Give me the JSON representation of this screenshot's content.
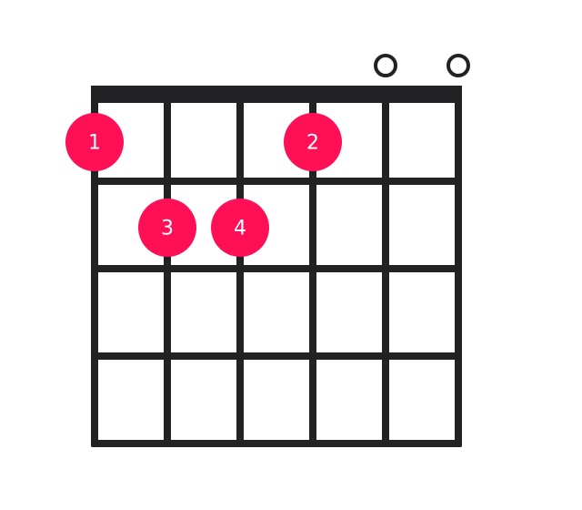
{
  "diagram": {
    "type": "guitar-chord-chart",
    "colors": {
      "grid": "#222224",
      "finger_dot": "#ff0f55",
      "finger_text": "#ffffff",
      "open_marker": "#222224",
      "background": "#ffffff"
    },
    "strings": 6,
    "frets": 4,
    "open_strings": [
      5,
      6
    ],
    "fingers": [
      {
        "label": "1",
        "string": 1,
        "fret": 1
      },
      {
        "label": "2",
        "string": 4,
        "fret": 1
      },
      {
        "label": "3",
        "string": 2,
        "fret": 2
      },
      {
        "label": "4",
        "string": 3,
        "fret": 2
      }
    ]
  }
}
